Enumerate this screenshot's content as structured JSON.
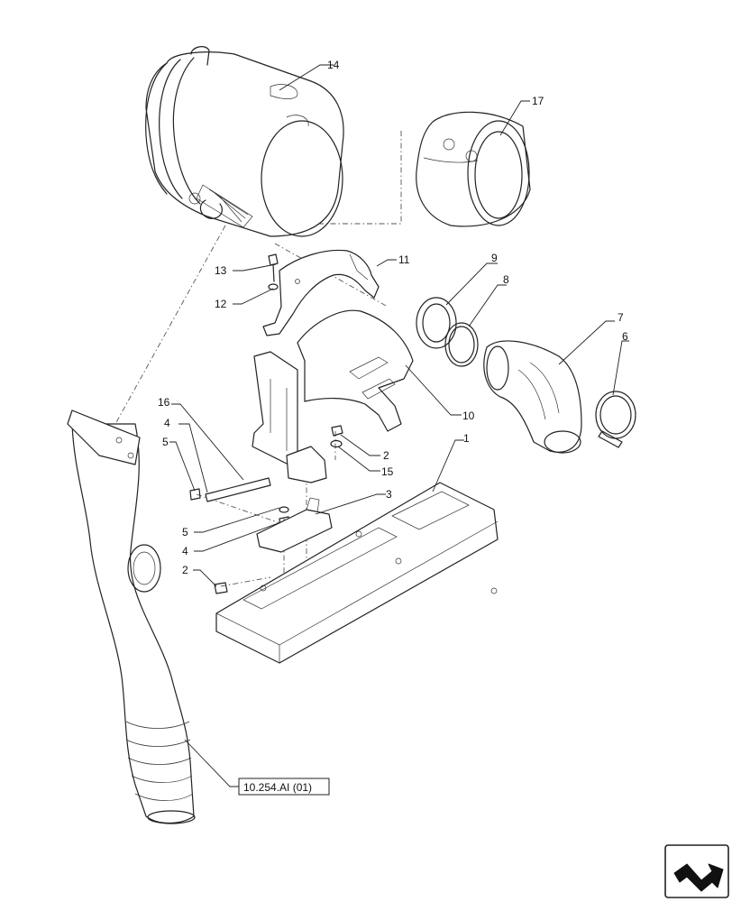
{
  "callouts": {
    "c1": "1",
    "c2a": "2",
    "c2b": "2",
    "c3": "3",
    "c4a": "4",
    "c4b": "4",
    "c5a": "5",
    "c5b": "5",
    "c6": "6",
    "c7": "7",
    "c8": "8",
    "c9": "9",
    "c10": "10",
    "c11": "11",
    "c12": "12",
    "c13": "13",
    "c14": "14",
    "c15": "15",
    "c16": "16",
    "c17": "17"
  },
  "reference": {
    "label": "10.254.AI (01)"
  },
  "icons": {
    "navigation": "next-page-arrow-icon"
  }
}
